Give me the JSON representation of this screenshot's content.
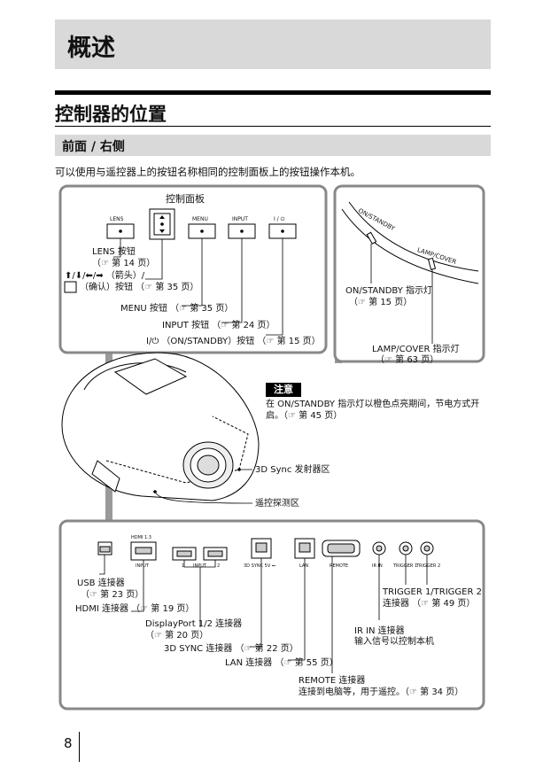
{
  "chapter_title": "概述",
  "section_title": "控制器的位置",
  "subsection_title": "前面 / 右侧",
  "intro_text": "可以使用与遥控器上的按钮名称相同的控制面板上的按钮操作本机。",
  "control_panel": {
    "title": "控制面板",
    "button_labels": {
      "lens": "LENS",
      "menu": "MENU",
      "input": "INPUT",
      "power": "I / ⏻"
    },
    "callouts": {
      "lens_1": "LENS 按钮",
      "lens_2": "（☞ 第 14 页）",
      "arrow_1": "⬆/⬇/⬅/➡ （箭头）/",
      "arrow_2": "（确认）按钮 （☞ 第 35 页）",
      "menu": "MENU 按钮 （☞ 第 35 页）",
      "input": "INPUT 按钮 （☞ 第 24 页）",
      "power": "I/⏻ （ON/STANDBY）按钮 （☞ 第 15 页）"
    }
  },
  "indicators": {
    "onstandby_arc": "ON/STANDBY",
    "lampcover_arc": "LAMP/COVER",
    "onstandby_1": "ON/STANDBY 指示灯",
    "onstandby_2": "（☞ 第 15 页）",
    "lampcover_1": "LAMP/COVER 指示灯",
    "lampcover_2": "（☞ 第 63 页）"
  },
  "note": {
    "badge": "注意",
    "text": "在 ON/STANDBY 指示灯以橙色点亮期间，节电方式开启。（☞ 第 45 页）"
  },
  "projector_callouts": {
    "sync_emitter": "3D Sync 发射器区",
    "remote_sensor": "遥控探测区"
  },
  "connector_panel": {
    "port_labels": {
      "hdmi": "HDMI 1.3",
      "input1": "INPUT",
      "dp1": "1",
      "dp_input": "INPUT",
      "dp2": "2",
      "sync": "3D SYNC  5V ⎓",
      "lan": "LAN",
      "remote": "REMOTE",
      "irin": "IR IN",
      "trig1": "TRIGGER 1",
      "trig2": "TRIGGER 2"
    },
    "callouts": {
      "usb_1": "USB 连接器",
      "usb_2": "（☞ 第 23 页）",
      "hdmi": "HDMI 连接器 （☞ 第 19 页）",
      "dp_1": "DisplayPort 1/2 连接器",
      "dp_2": "（☞ 第 20 页）",
      "sync": "3D SYNC 连接器 （☞ 第 22 页）",
      "lan": "LAN 连接器 （☞ 第 55 页）",
      "remote_1": "REMOTE 连接器",
      "remote_2": "连接到电脑等，用于遥控。（☞ 第 34 页）",
      "irin_1": "IR IN 连接器",
      "irin_2": "输入信号以控制本机",
      "trigger_1": "TRIGGER 1/TRIGGER 2",
      "trigger_2": "连接器 （☞ 第 49 页）"
    }
  },
  "page_number": "8"
}
